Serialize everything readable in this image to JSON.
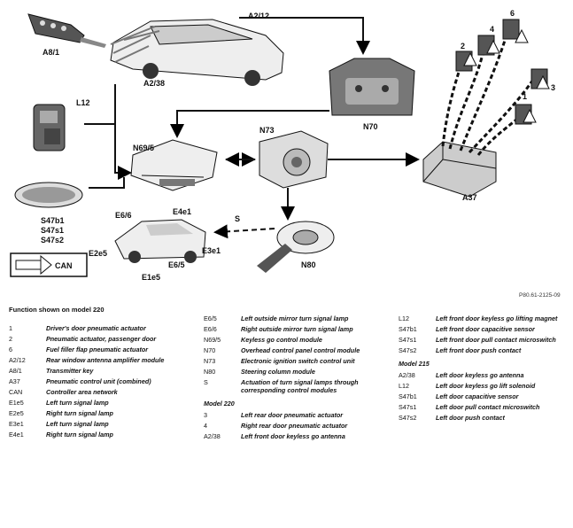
{
  "diagram": {
    "labels": {
      "a8_1": "A8/1",
      "a2_12": "A2/12",
      "a2_38": "A2/38",
      "l12": "L12",
      "n69_5": "N69/5",
      "n73": "N73",
      "n70": "N70",
      "a37": "A37",
      "s47b1": "S47b1",
      "s47s1": "S47s1",
      "s47s2": "S47s2",
      "e6_6": "E6/6",
      "e4e1": "E4e1",
      "e2e5": "E2e5",
      "e6_5": "E6/5",
      "e1e5": "E1e5",
      "e3e1": "E3e1",
      "s": "S",
      "n80": "N80",
      "can": "CAN",
      "n1": "1",
      "n2": "2",
      "n3": "3",
      "n4": "4",
      "n6": "6"
    },
    "ref": "P80.61-2125-09"
  },
  "legend": {
    "title": "Function shown on model 220",
    "col1": [
      {
        "code": "1",
        "desc": "Driver's door pneumatic actuator"
      },
      {
        "code": "2",
        "desc": "Pneumatic actuator, passenger door"
      },
      {
        "code": "6",
        "desc": "Fuel filler flap pneumatic actuator"
      },
      {
        "code": "A2/12",
        "desc": "Rear window antenna amplifier module"
      },
      {
        "code": "A8/1",
        "desc": "Transmitter key"
      },
      {
        "code": "A37",
        "desc": "Pneumatic control unit (combined)"
      },
      {
        "code": "CAN",
        "desc": "Controller area network"
      },
      {
        "code": "E1e5",
        "desc": "Left turn signal lamp"
      },
      {
        "code": "E2e5",
        "desc": "Right turn signal lamp"
      },
      {
        "code": "E3e1",
        "desc": "Left turn signal lamp"
      },
      {
        "code": "E4e1",
        "desc": "Right turn signal lamp"
      }
    ],
    "col2": [
      {
        "code": "E6/5",
        "desc": "Left outside mirror turn signal lamp"
      },
      {
        "code": "E6/6",
        "desc": "Right outside mirror turn signal lamp"
      },
      {
        "code": "N69/5",
        "desc": "Keyless go control module"
      },
      {
        "code": "N70",
        "desc": "Overhead control panel control module"
      },
      {
        "code": "N73",
        "desc": "Electronic ignition switch control unit"
      },
      {
        "code": "N80",
        "desc": "Steering column module"
      },
      {
        "code": "S",
        "desc": "Actuation of turn signal lamps through corresponding control modules"
      }
    ],
    "col2_section": "Model 220",
    "col2b": [
      {
        "code": "3",
        "desc": "Left rear door pneumatic actuator"
      },
      {
        "code": "4",
        "desc": "Right rear door pneumatic actuator"
      },
      {
        "code": "A2/38",
        "desc": "Left front door keyless go antenna"
      }
    ],
    "col3": [
      {
        "code": "L12",
        "desc": "Left front door keyless go lifting magnet"
      },
      {
        "code": "S47b1",
        "desc": "Left front door capacitive sensor"
      },
      {
        "code": "S47s1",
        "desc": "Left front door pull contact microswitch"
      },
      {
        "code": "S47s2",
        "desc": "Left front door push contact"
      }
    ],
    "col3_section": "Model 215",
    "col3b": [
      {
        "code": "A2/38",
        "desc": "Left door keyless go antenna"
      },
      {
        "code": "L12",
        "desc": "Left door keyless go lift solenoid"
      },
      {
        "code": "S47b1",
        "desc": "Left door capacitive sensor"
      },
      {
        "code": "S47s1",
        "desc": "Left door pull contact microswitch"
      },
      {
        "code": "S47s2",
        "desc": "Left door push contact"
      }
    ]
  }
}
